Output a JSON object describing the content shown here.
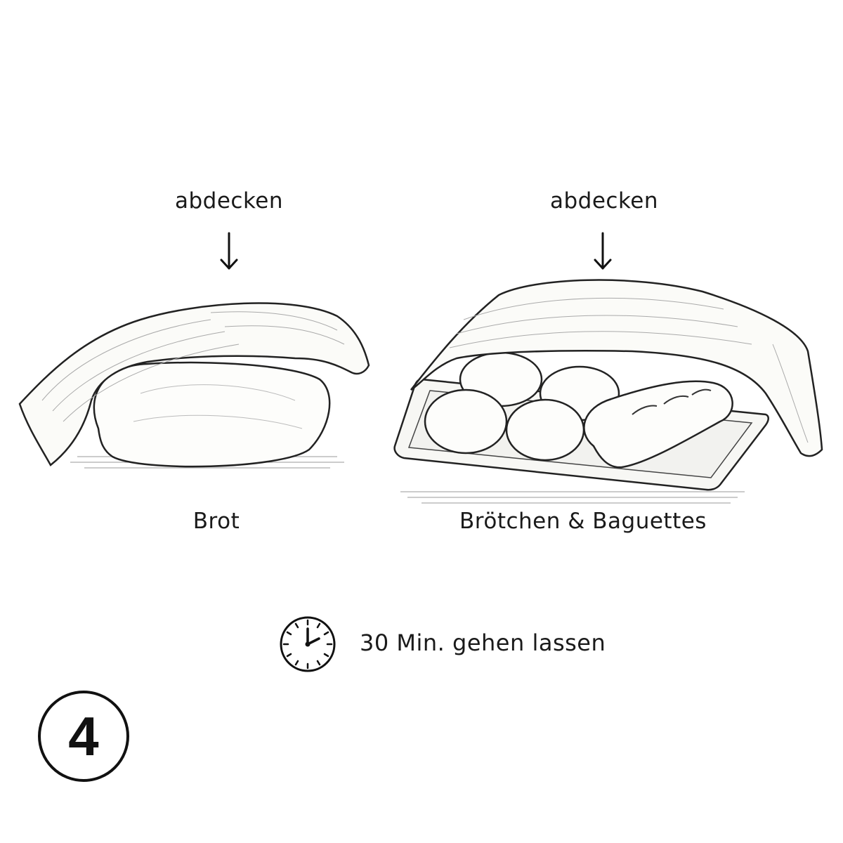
{
  "panels": [
    {
      "action": "abdecken",
      "caption": "Brot"
    },
    {
      "action": "abdecken",
      "caption": "Brötchen & Baguettes"
    }
  ],
  "timer": {
    "text": "30 Min. gehen lassen",
    "icon": "clock-icon"
  },
  "step": {
    "number": "4"
  }
}
